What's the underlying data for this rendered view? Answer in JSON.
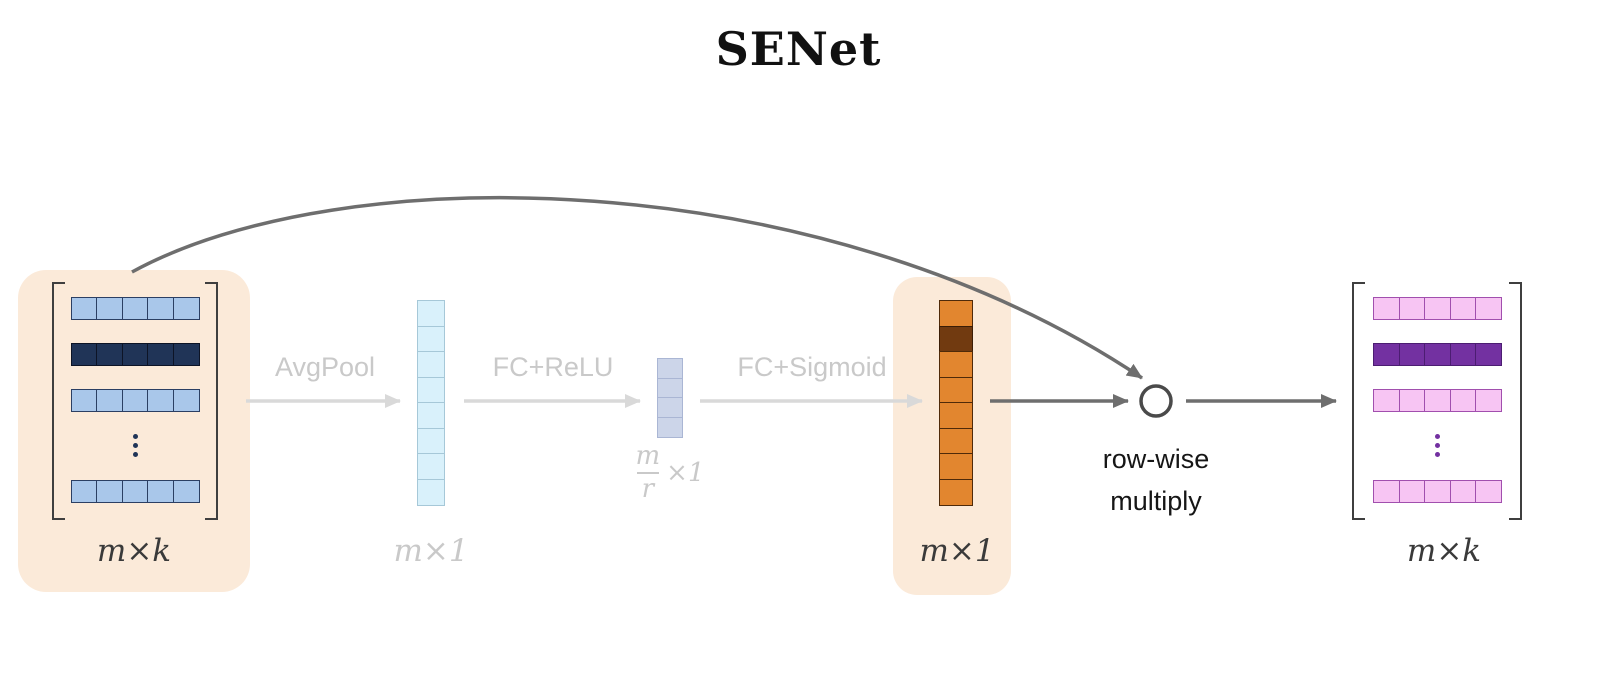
{
  "title": "SENet",
  "colors": {
    "background": "#ffffff",
    "peach_bg": "#fbead9",
    "faded_text": "#c9c9c9",
    "dark_text": "#3a3a3a",
    "black_text": "#111111",
    "arrow_dark": "#6e6e6e",
    "arrow_faded": "#d9d9d9",
    "bracket": "#3f3f3f",
    "circle_stroke": "#4a4a4a"
  },
  "cell_styles": {
    "light_blue": {
      "fill": "#a9c7ea",
      "border": "#2b3f63"
    },
    "dark_navy": {
      "fill": "#203457",
      "border": "#0d1426"
    },
    "cyan": {
      "fill": "#d9f1fb",
      "border": "#a6c8d8"
    },
    "pale_blue": {
      "fill": "#ccd5e9",
      "border": "#aab6d4"
    },
    "orange": {
      "fill": "#e2862f",
      "border": "#4f2a09"
    },
    "dark_brown": {
      "fill": "#713a10",
      "border": "#3a1d06"
    },
    "pink": {
      "fill": "#f7c5f3",
      "border": "#a14fae"
    },
    "purple": {
      "fill": "#7331a1",
      "border": "#4c1d72"
    }
  },
  "left_matrix": {
    "label": "m×k",
    "cols": 5,
    "rows": [
      "light_blue",
      "dark_navy",
      "light_blue",
      "dots",
      "light_blue"
    ],
    "dots_color": "#203457"
  },
  "pipeline": {
    "avgpool_label": "AvgPool",
    "fc_relu_label": "FC+ReLU",
    "fc_sigmoid_label": "FC+Sigmoid"
  },
  "pooled_vector": {
    "label": "m×1",
    "cells": [
      "cyan",
      "cyan",
      "cyan",
      "cyan",
      "cyan",
      "cyan",
      "cyan",
      "cyan"
    ]
  },
  "bottleneck_vector": {
    "fraction": {
      "numerator": "m",
      "denominator": "r",
      "suffix": "×1"
    },
    "cells": [
      "pale_blue",
      "pale_blue",
      "pale_blue",
      "pale_blue"
    ]
  },
  "excitation_vector": {
    "label": "m×1",
    "cells": [
      "orange",
      "dark_brown",
      "orange",
      "orange",
      "orange",
      "orange",
      "orange",
      "orange"
    ]
  },
  "multiply_node": {
    "label_line1": "row-wise",
    "label_line2": "multiply"
  },
  "right_matrix": {
    "label": "m×k",
    "cols": 5,
    "rows": [
      "pink",
      "purple",
      "pink",
      "dots",
      "pink"
    ],
    "dots_color": "#7331a1"
  }
}
